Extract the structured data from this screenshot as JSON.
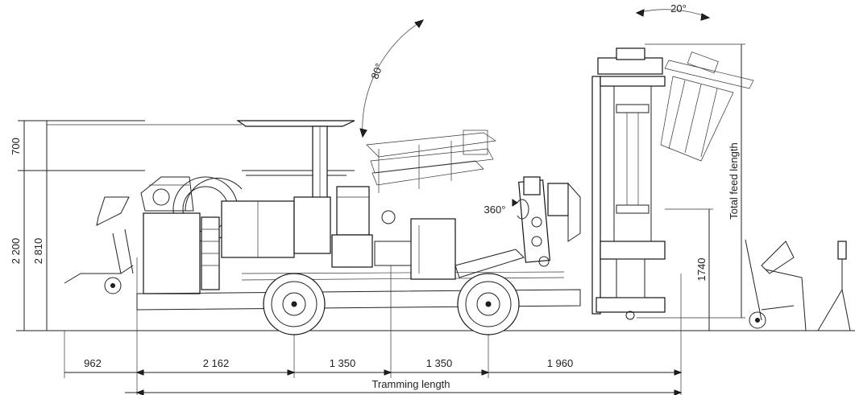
{
  "dimensions": {
    "angle_top": "20°",
    "angle_boom": "80°",
    "rotation": "360°",
    "height_700": "700",
    "height_2200": "2 200",
    "height_2810": "2 810",
    "height_1740": "1740",
    "total_feed_length": "Total feed length",
    "len_962": "962",
    "len_2162": "2 162",
    "len_1350_a": "1 350",
    "len_1350_b": "1 350",
    "len_1960": "1 960",
    "tramming_length": "Tramming length"
  },
  "colors": {
    "line": "#222222",
    "background": "#ffffff"
  }
}
